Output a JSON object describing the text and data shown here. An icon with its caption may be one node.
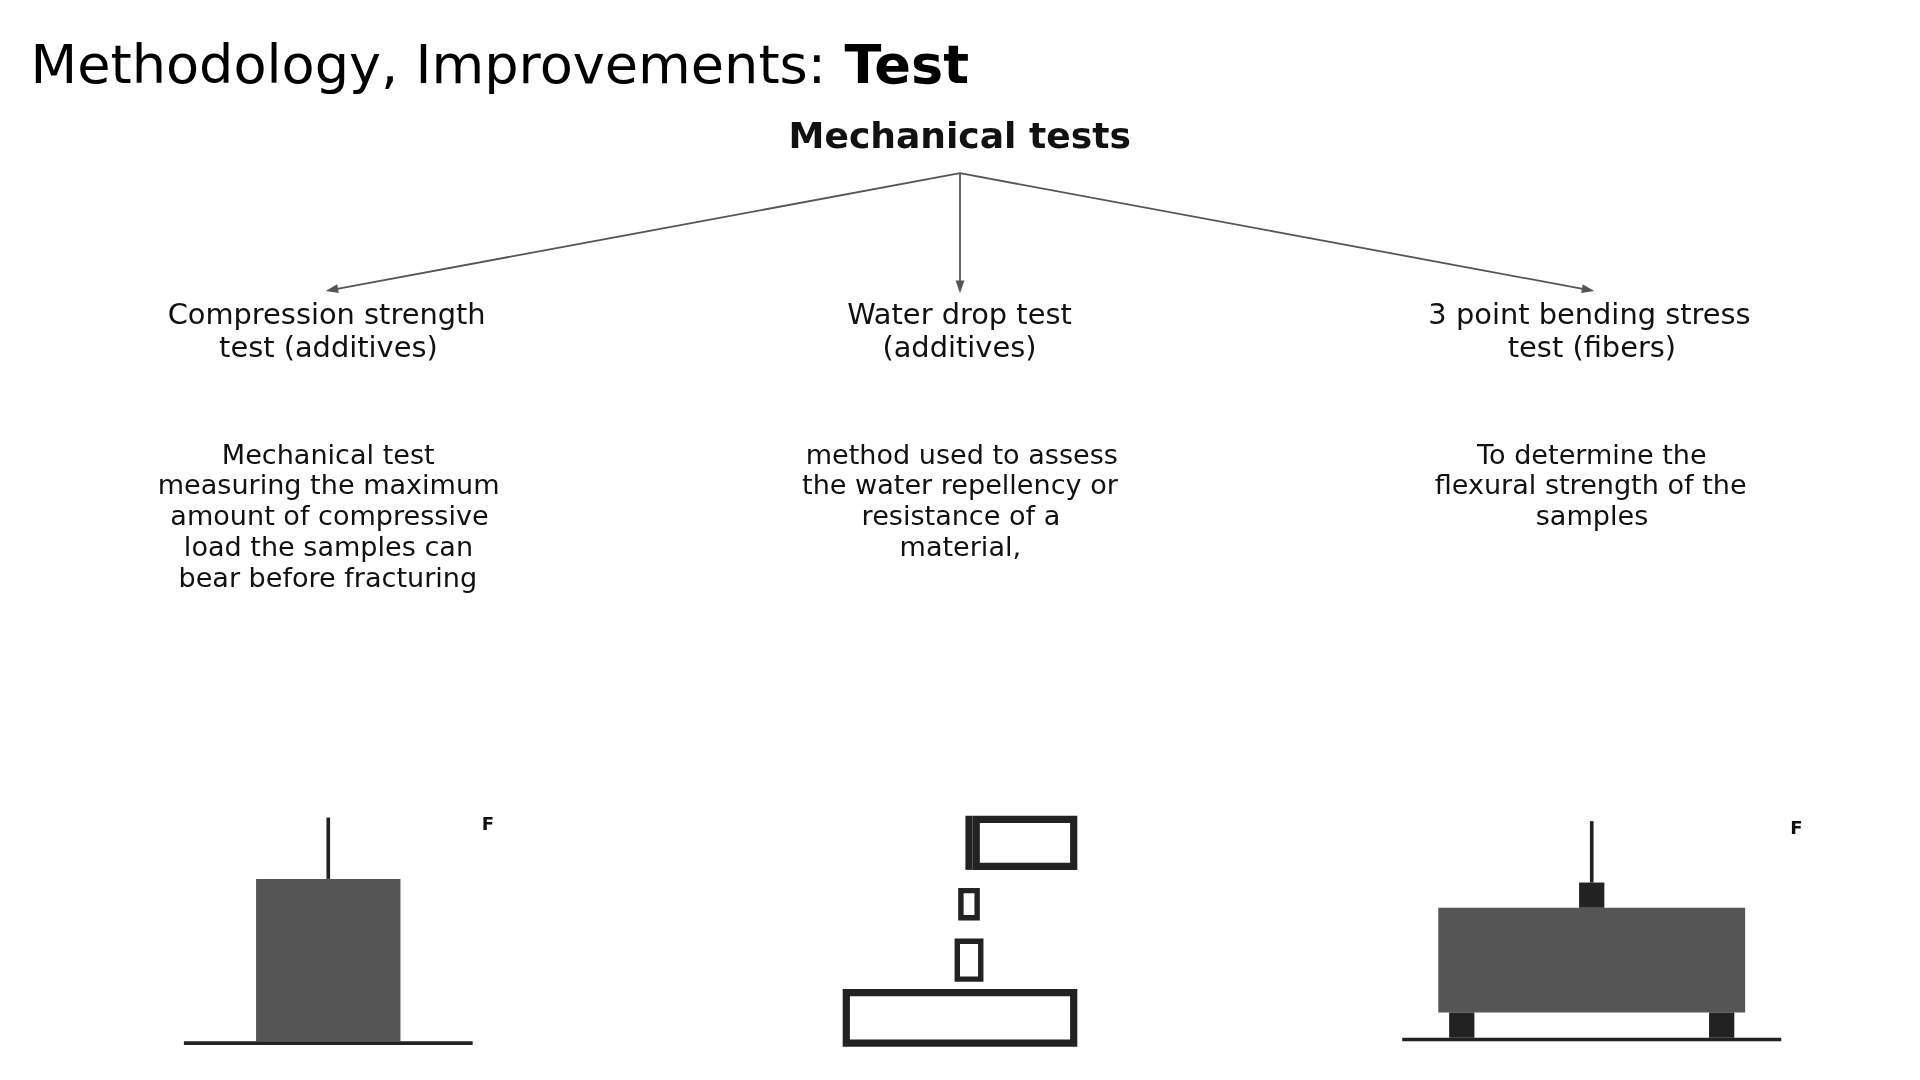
{
  "diagram": {
    "title": "Methodology, Improvements: **Test**",
    "nodes": [
      {
        "text": [
          "Mechanical tests"
        ]
      },
      {
        "text": [
          "Compression strength test (additives)",
          "Mechanical test measuring the maximum amount of compressive load the samples can bear before fracturing"
        ]
      },
      {
        "text": [
          "Water drop test (additives)",
          "method used to assess the water repellency or resistance of a material,"
        ]
      },
      {
        "text": [
          "3 point bending stress test (fibers)",
          "To determine the flexural strength of the samples"
        ]
      },
      {
        "text": [],
        "shape": "picture",
        "beside": [
          "F"
        ]
      },
      {
        "text": [],
        "shape": "picture"
      },
      {
        "text": [],
        "shape": "picture",
        "beside": [
          "F"
        ]
      }
    ],
    "edges": [
      {
        "from": 0,
        "to": 1,
        "arrow": "to"
      },
      {
        "from": 0,
        "to": 2,
        "arrow": "to"
      },
      {
        "from": 0,
        "to": 3,
        "arrow": "to"
      }
    ]
  }
}
